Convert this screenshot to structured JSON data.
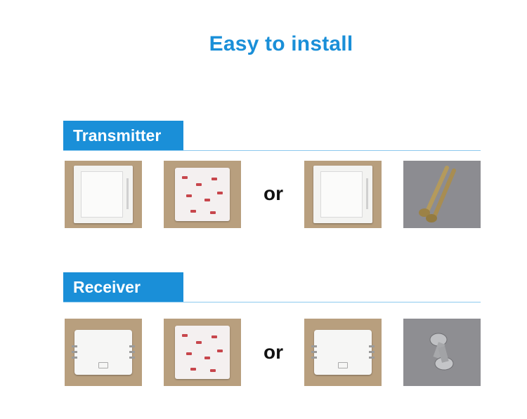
{
  "title": "Easy to install",
  "sections": [
    {
      "label": "Transmitter",
      "separator": "or"
    },
    {
      "label": "Receiver",
      "separator": "or"
    }
  ]
}
